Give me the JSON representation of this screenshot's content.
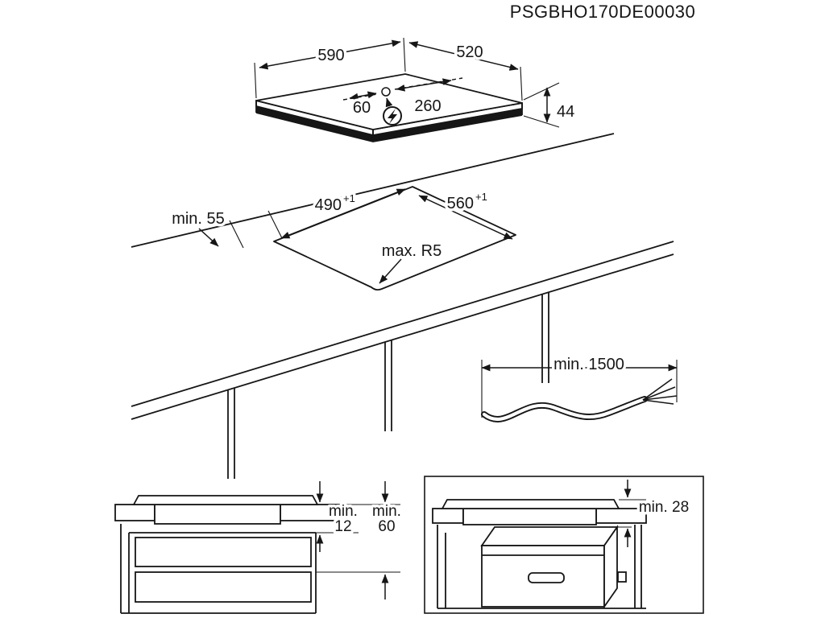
{
  "title": "PSGBHO170DE00030",
  "hob": {
    "width": "590",
    "depth": "520",
    "thickness": "44",
    "cable_hole_offset_a": "60",
    "cable_hole_offset_b": "260"
  },
  "cutout": {
    "front_clearance": "min. 55",
    "width": "490",
    "width_tol": "+1",
    "depth": "560",
    "depth_tol": "+1",
    "corner_radius": "max. R5"
  },
  "cable": {
    "min_length": "min. 1500"
  },
  "section_drawer": {
    "gap_label_1": "min.",
    "gap_value_1": "12",
    "gap_label_2": "min.",
    "gap_value_2": "60"
  },
  "section_oven": {
    "clearance": "min. 28"
  },
  "colors": {
    "line": "#161616",
    "background": "#ffffff"
  }
}
